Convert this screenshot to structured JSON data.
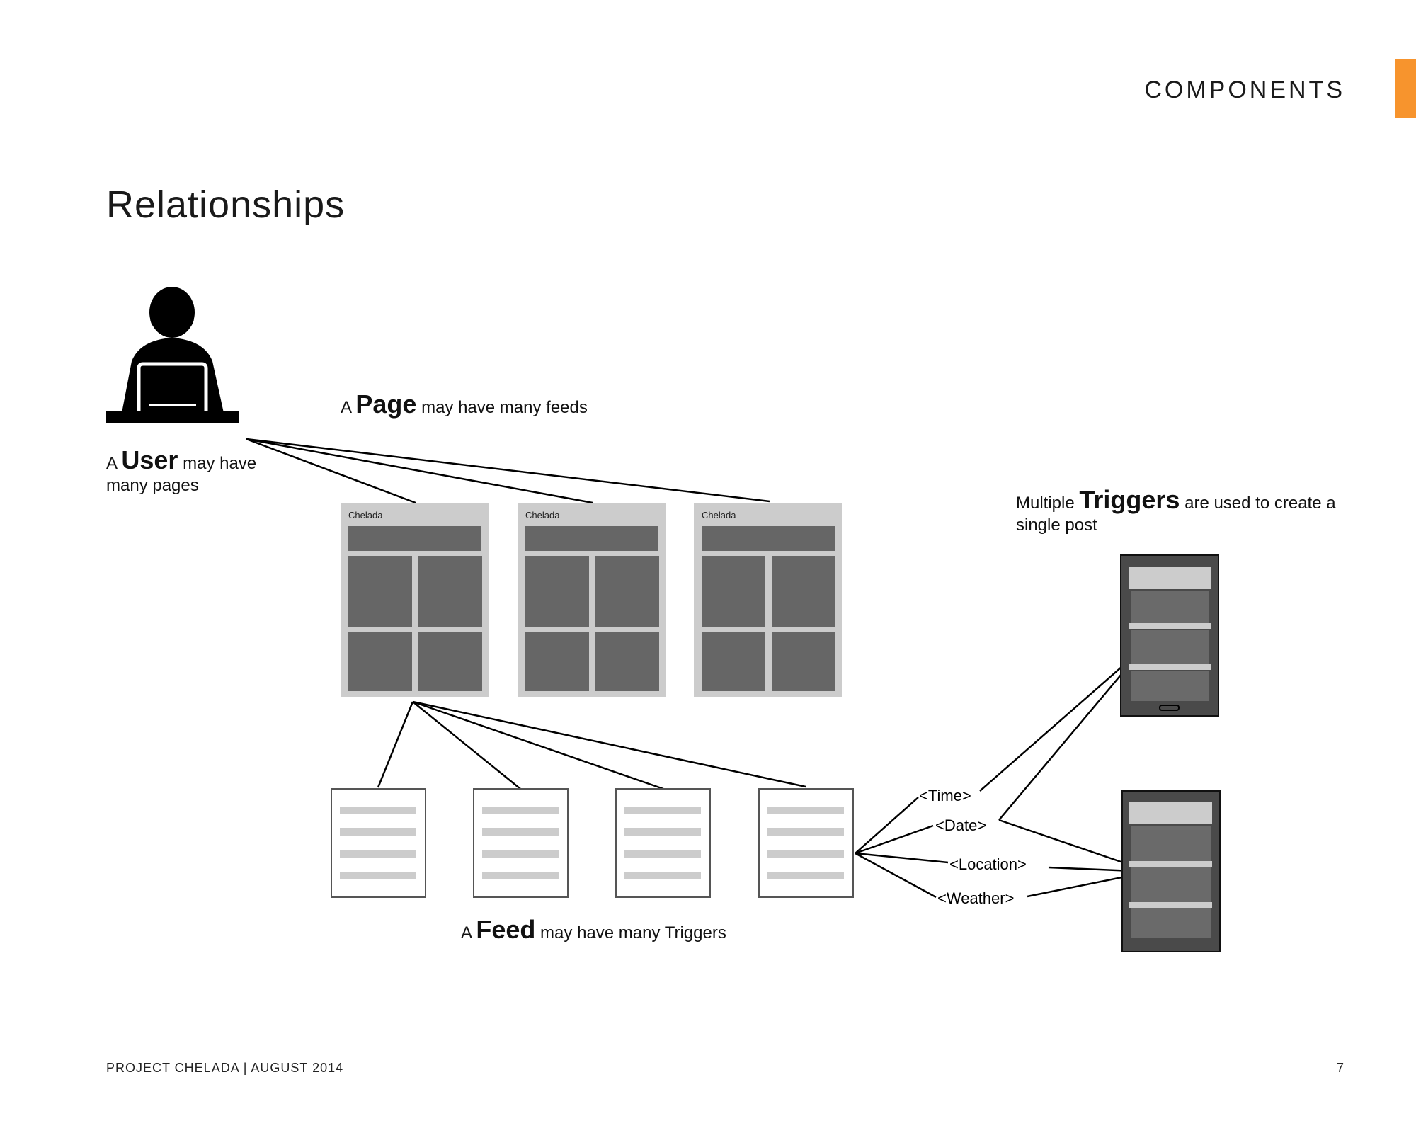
{
  "header": {
    "section": "COMPONENTS",
    "accent_color": "#F7942D"
  },
  "page_title": "Relationships",
  "captions": {
    "user": {
      "prefix": "A ",
      "emphasis": "User",
      "suffix": " may have many pages"
    },
    "page": {
      "prefix": "A ",
      "emphasis": "Page",
      "suffix": " may have many feeds"
    },
    "feed": {
      "prefix": "A ",
      "emphasis": "Feed",
      "suffix": " may have many Triggers"
    },
    "triggers": {
      "prefix": "Multiple ",
      "emphasis": "Triggers",
      "suffix": " are used to create a single post"
    }
  },
  "pages": [
    {
      "label": "Chelada"
    },
    {
      "label": "Chelada"
    },
    {
      "label": "Chelada"
    }
  ],
  "feed_count": 4,
  "triggers": [
    "<Time>",
    "<Date>",
    "<Location>",
    "<Weather>"
  ],
  "icons": {
    "user": "user-at-laptop-icon",
    "page": "page-wireframe",
    "feed": "feed-document-icon",
    "post": "mobile-phone-icon"
  },
  "footer": {
    "left": "PROJECT CHELADA | AUGUST 2014",
    "page_number": "7"
  }
}
